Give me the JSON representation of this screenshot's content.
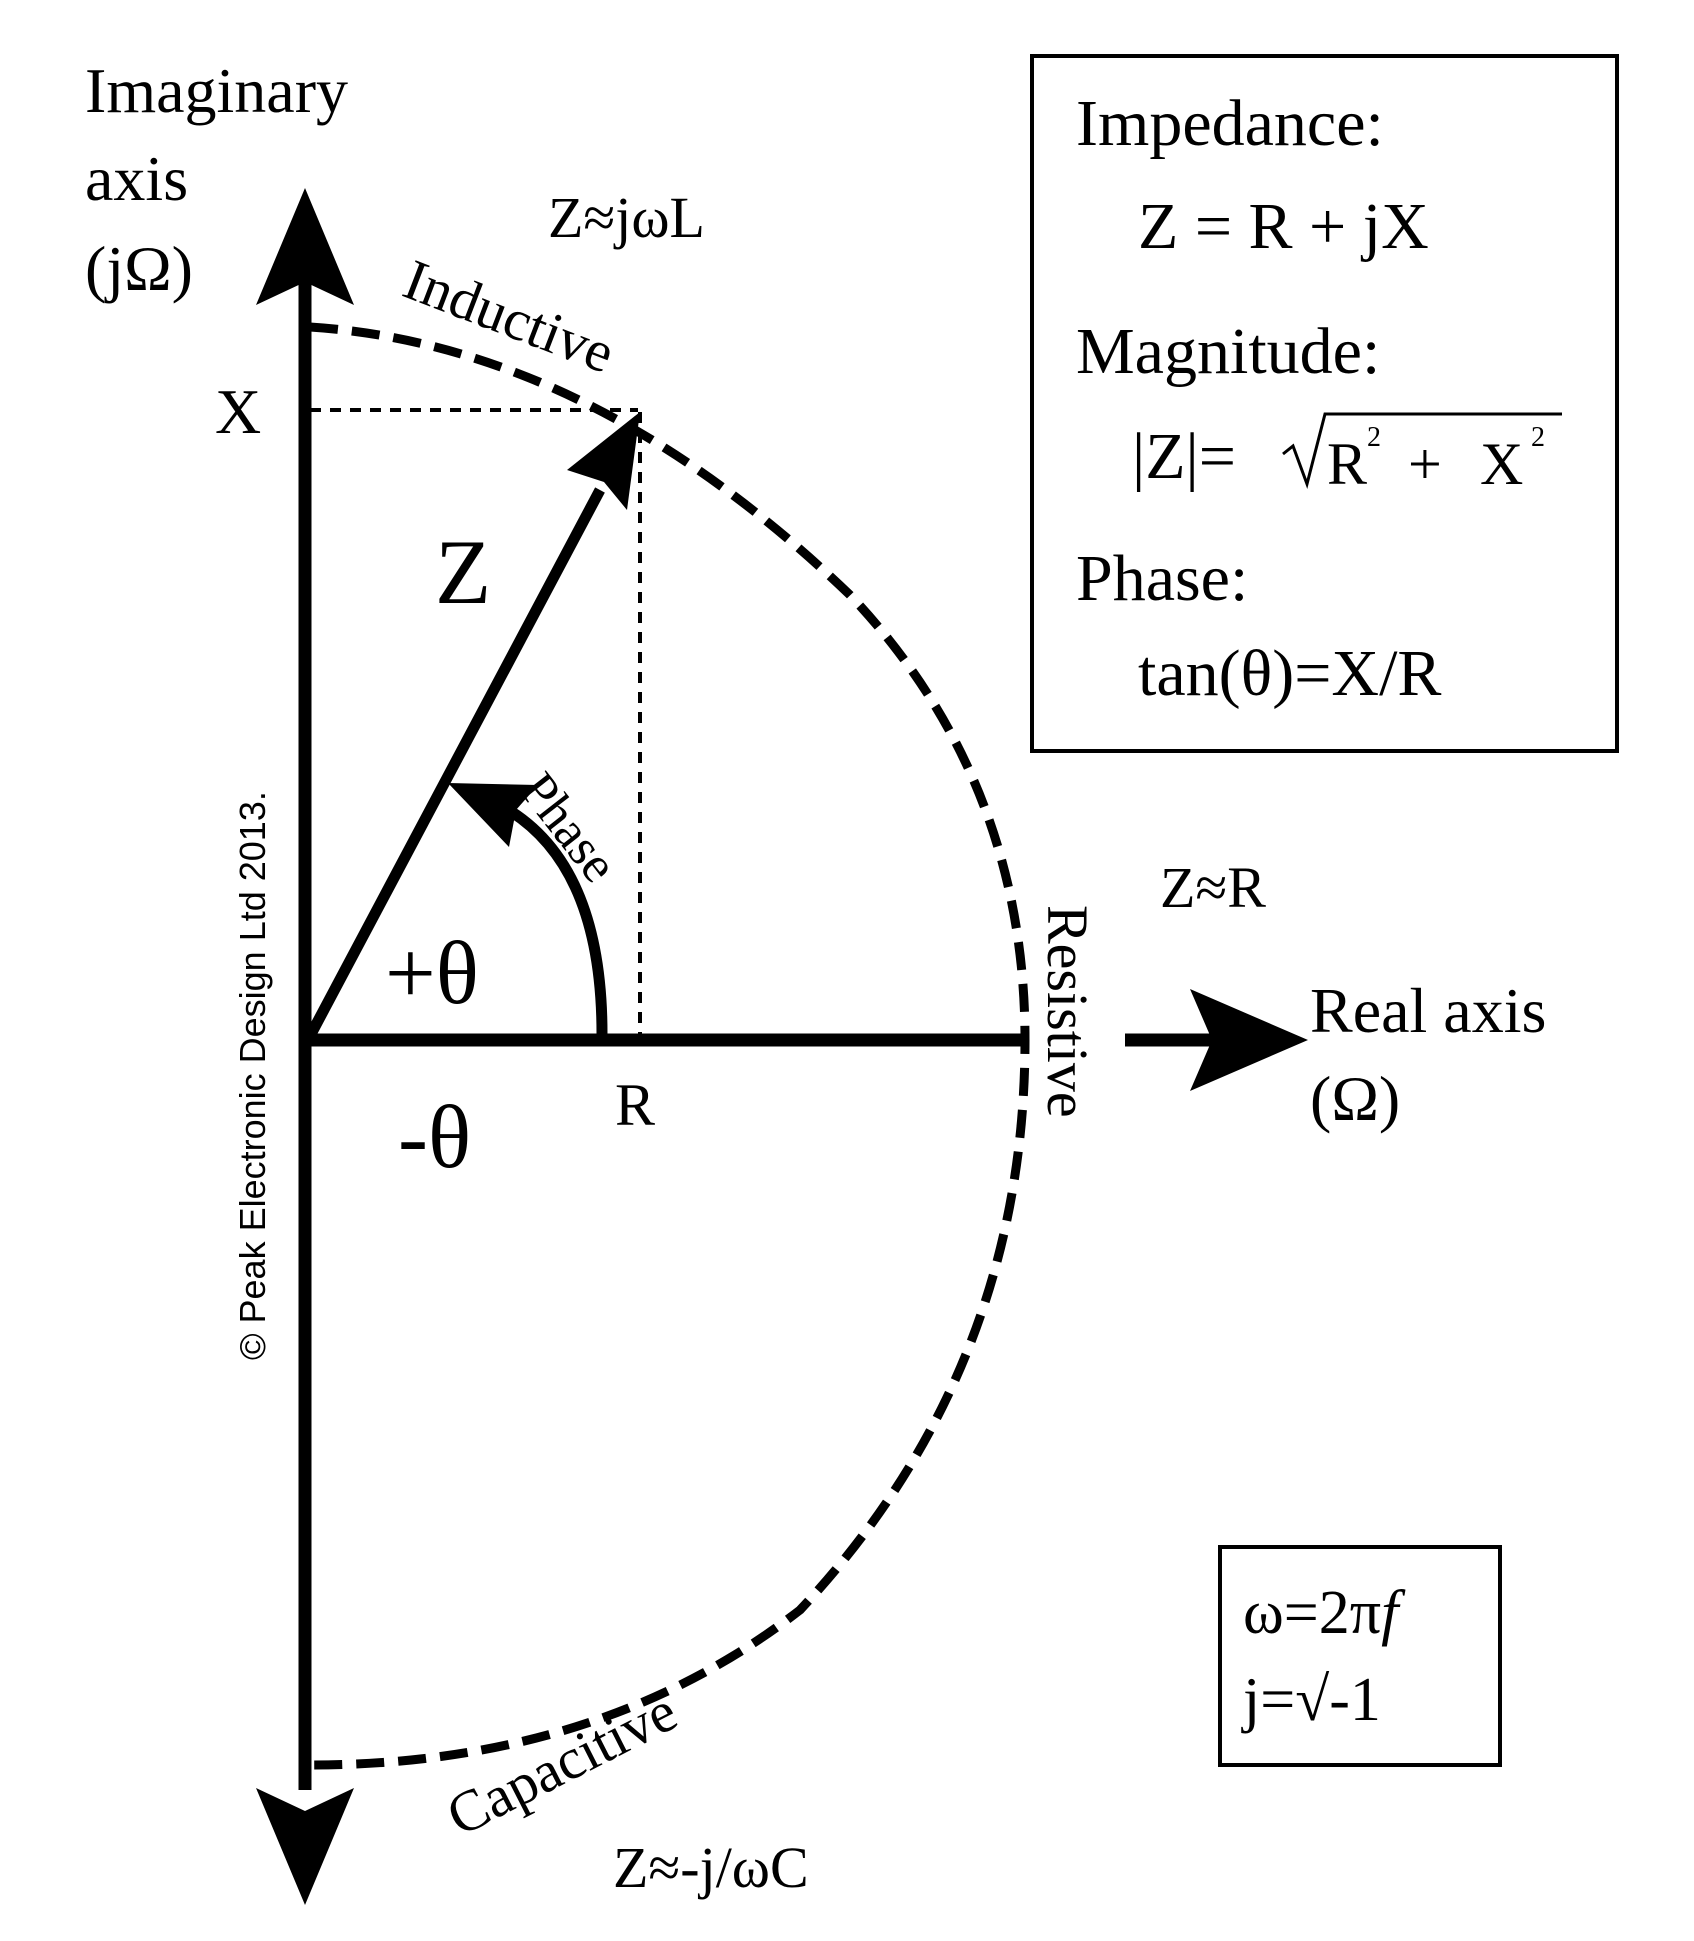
{
  "axes": {
    "imaginary_label": [
      "Imaginary",
      "axis",
      "(jΩ)"
    ],
    "real_label": [
      "Real axis",
      "(Ω)"
    ],
    "x_tick": "X",
    "r_tick": "R"
  },
  "vector": {
    "label": "Z",
    "phase_label": "Phase",
    "plus_theta": "+θ",
    "minus_theta": "-θ"
  },
  "regions": {
    "inductive_label": "Inductive",
    "inductive_formula": "Z≈jωL",
    "resistive_label": "Resistive",
    "resistive_formula": "Z≈R",
    "capacitive_label": "Capacitive",
    "capacitive_formula": "Z≈-j/ωC"
  },
  "info_box": {
    "impedance_title": "Impedance:",
    "impedance_formula": "Z =  R + jX",
    "magnitude_title": "Magnitude:",
    "magnitude_lhs": "|Z|=",
    "magnitude_r": "R",
    "magnitude_plus": "+",
    "magnitude_x": "X",
    "magnitude_exp": "2",
    "phase_title": "Phase:",
    "phase_formula": "tan(θ)=X/R"
  },
  "defs_box": {
    "omega_def": "ω=2π",
    "omega_f": "f",
    "j_def": "j=√-1"
  },
  "copyright": "© Peak Electronic Design Ltd 2013."
}
